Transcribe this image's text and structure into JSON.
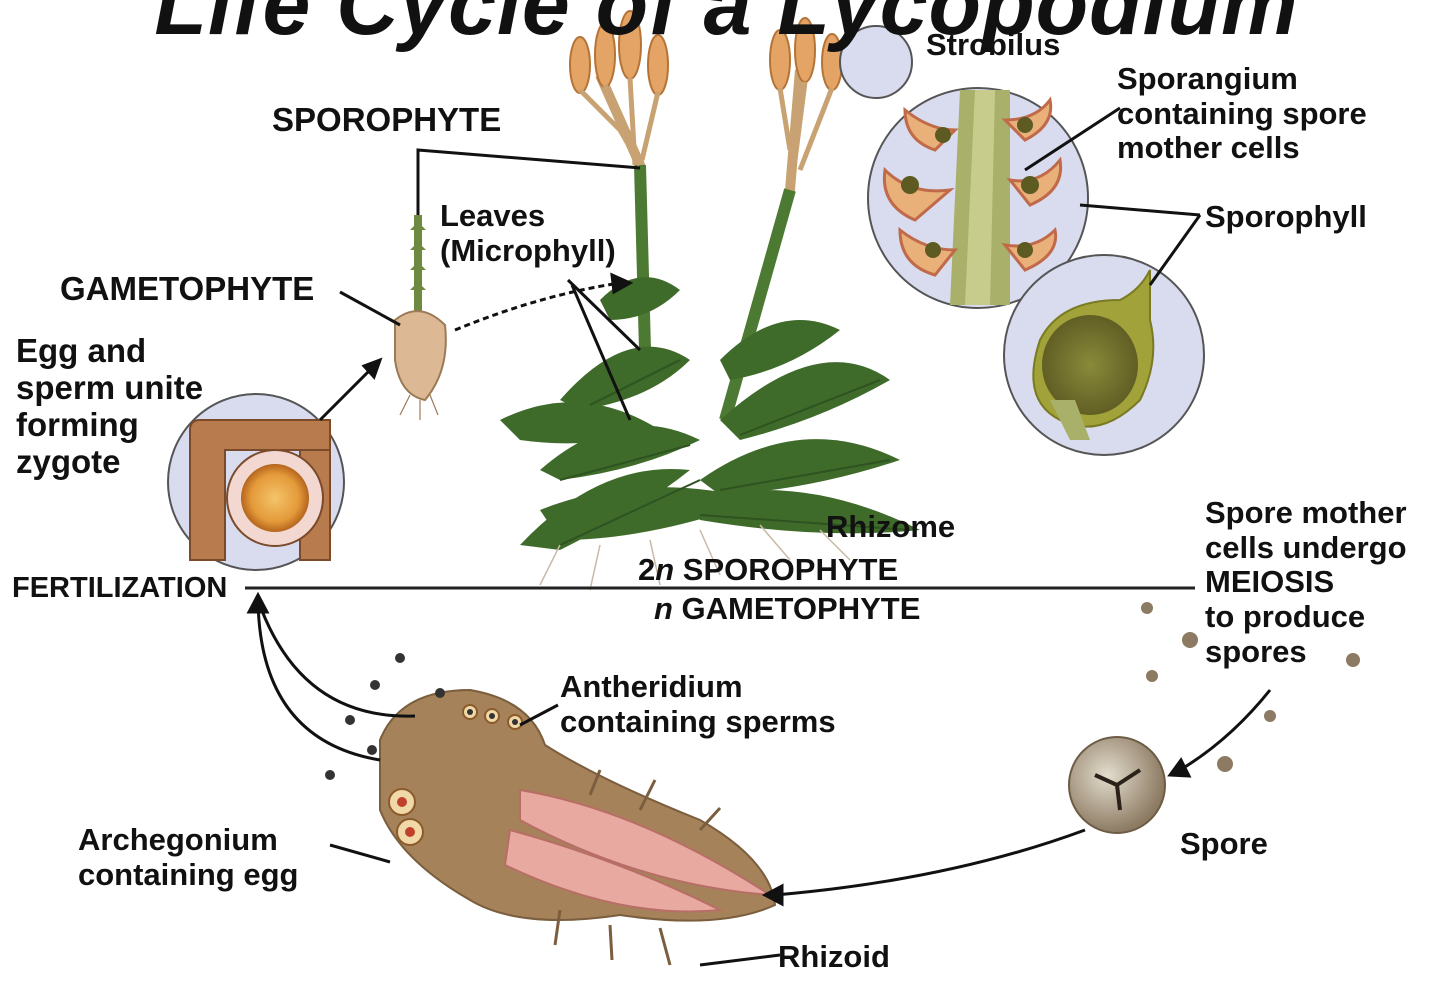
{
  "title": "Life Cycle of a Lycopodium",
  "labels": {
    "sporophyte": "SPOROPHYTE",
    "leaves": "Leaves\n(Microphyll)",
    "gametophyte": "GAMETOPHYTE",
    "egg_sperm": "Egg and\nsperm unite\nforming\nzygote",
    "strobilus": "Strobilus",
    "sporangium": "Sporangium\ncontaining spore\nmother cells",
    "sporophyll": "Sporophyll",
    "rhizome": "Rhizome",
    "sporophyte_2n_prefix": "2",
    "sporophyte_2n_n": "n",
    "sporophyte_2n_rest": " SPOROPHYTE",
    "gametophyte_n_n": "n",
    "gametophyte_n_rest": " GAMETOPHYTE",
    "fertilization": "FERTILIZATION",
    "meiosis": "Spore mother\ncells undergo\nMEIOSIS\nto produce\nspores",
    "antheridium": "Antheridium\ncontaining sperms",
    "archegonium": "Archegonium\ncontaining egg",
    "spore": "Spore",
    "rhizoid": "Rhizoid"
  },
  "colors": {
    "leaf_green": "#3f6b2a",
    "strobilus_orange": "#e0a060",
    "gametophyte_brown": "#a07850",
    "inset_bg": "#d9dcef",
    "rhizoid_pink": "#e7a9a0"
  }
}
